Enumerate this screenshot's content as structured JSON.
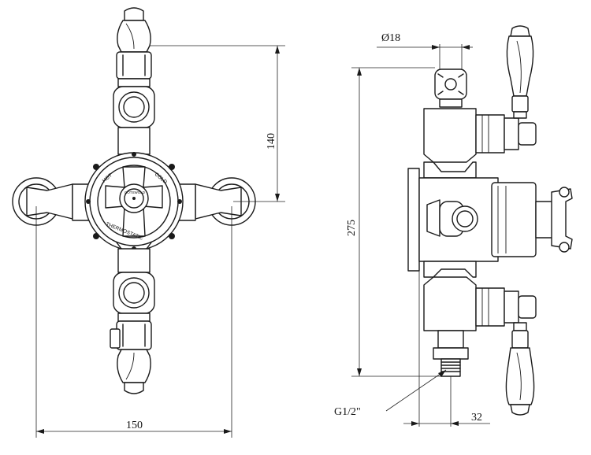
{
  "dimensions": {
    "upper_height": "140",
    "overall_width": "150",
    "overall_height": "275",
    "pipe_diameter": "Ø18",
    "thread_size": "G1/2\"",
    "projection": "32"
  },
  "dial_text": {
    "hot": "HOT",
    "cold": "COLD",
    "thermostatic": "THERMOSTATIC",
    "centre_badge": "COTSWOLD"
  }
}
